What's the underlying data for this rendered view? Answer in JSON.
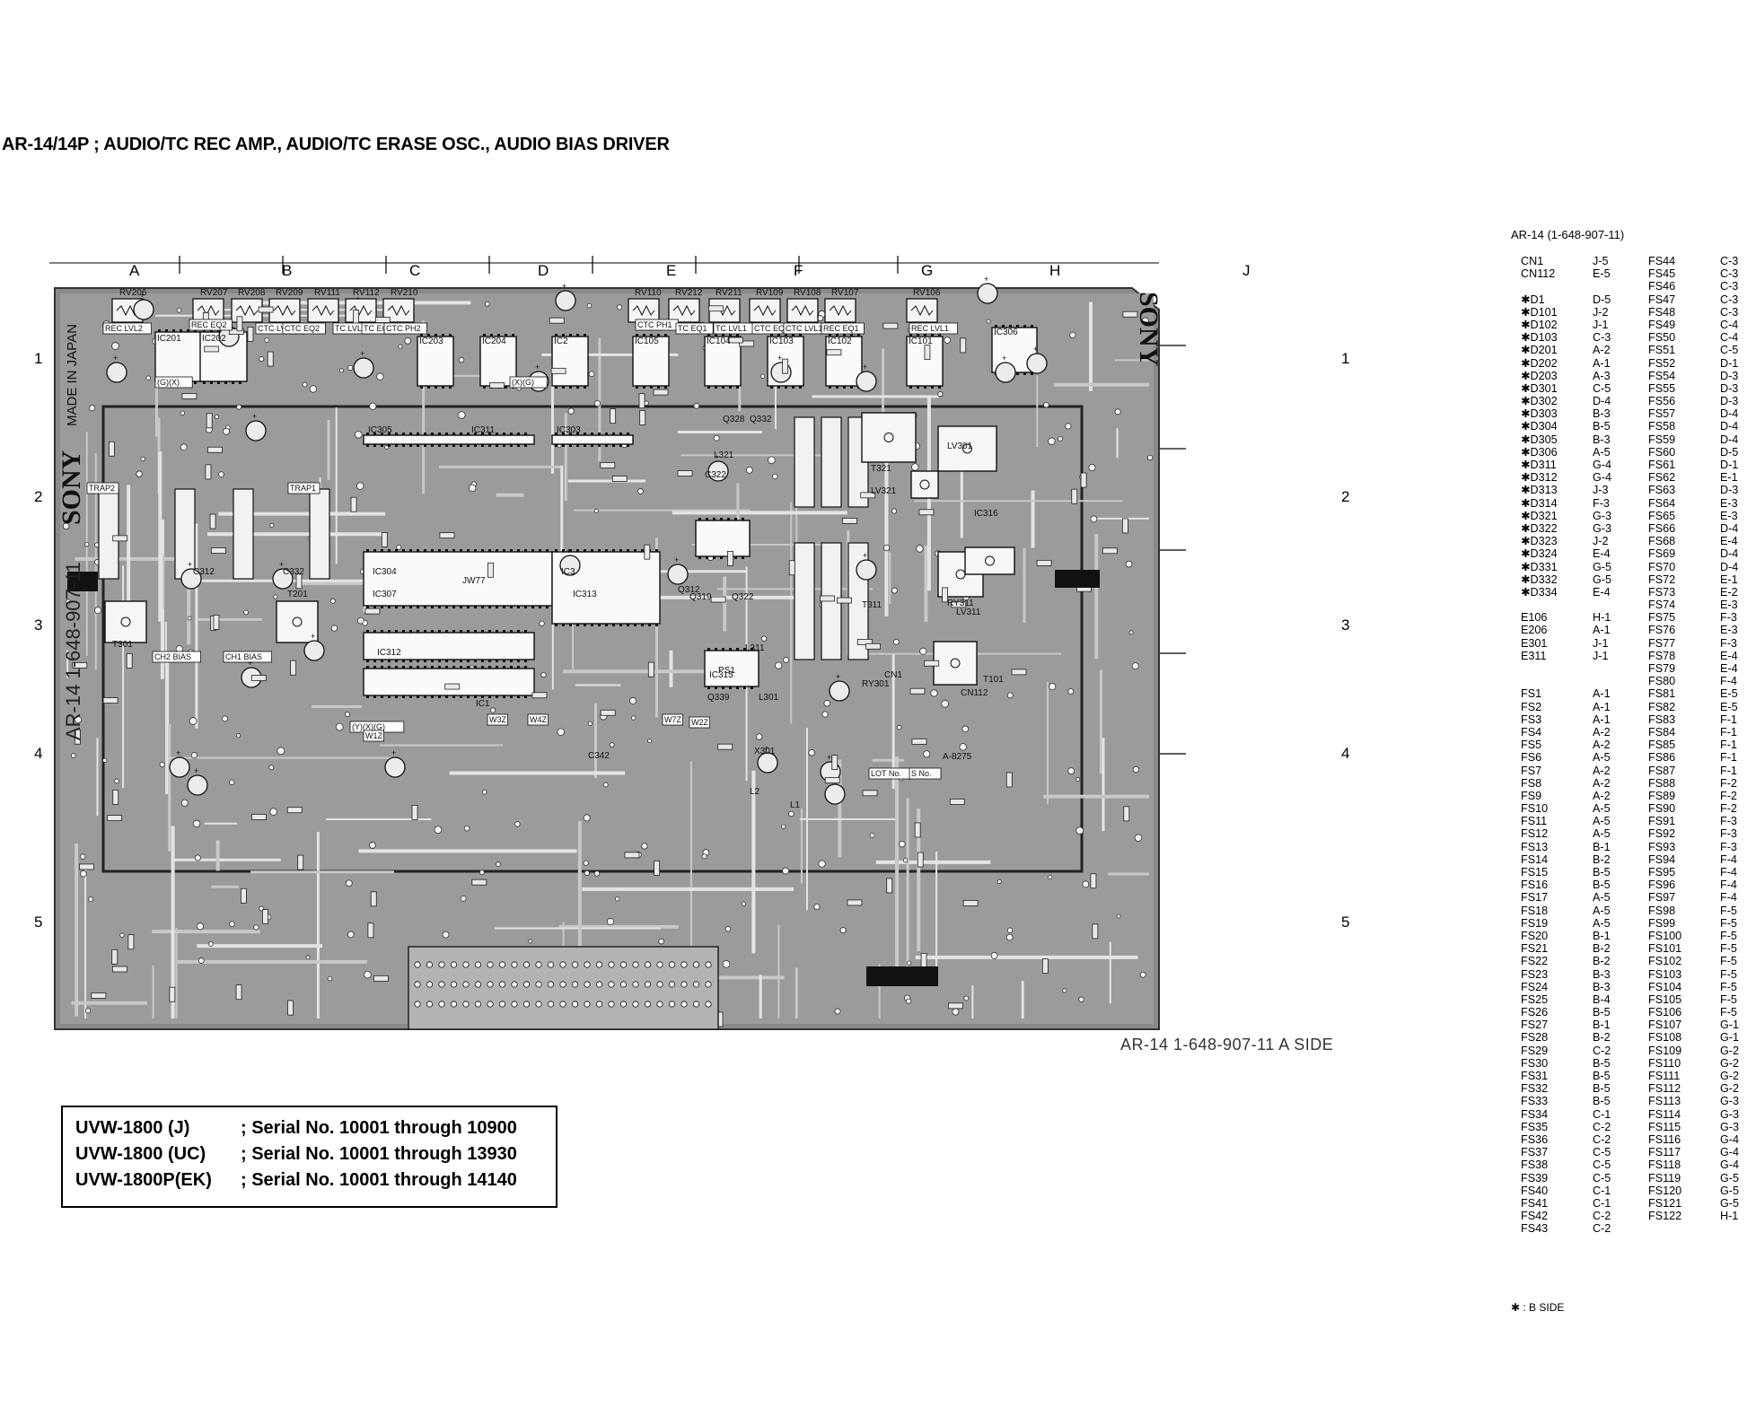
{
  "title": "AR-14/14P ; AUDIO/TC REC AMP., AUDIO/TC ERASE OSC., AUDIO BIAS DRIVER",
  "board": {
    "columns": [
      "A",
      "B",
      "C",
      "D",
      "E",
      "F",
      "G",
      "H",
      "J"
    ],
    "rows": [
      "1",
      "2",
      "3",
      "4",
      "5"
    ],
    "vertical_text": "AR-14  1-648-907-11",
    "brand": "SONY",
    "made_in": "MADE IN JAPAN",
    "side_label": "AR-14    1-648-907-11    A SIDE",
    "component_labels": [
      "RV206",
      "RV207",
      "RV208",
      "RV209",
      "RV111",
      "RV112",
      "RV210",
      "RV110",
      "RV212",
      "RV211",
      "RV109",
      "RV108",
      "RV107",
      "RV106",
      "IC201",
      "IC202",
      "IC203",
      "IC204",
      "IC2",
      "IC105",
      "IC104",
      "IC103",
      "IC102",
      "IC101",
      "IC306",
      "IC305",
      "IC311",
      "IC303",
      "IC304",
      "IC307",
      "IC312",
      "IC3",
      "IC1",
      "IC313",
      "IC315",
      "IC316",
      "T101",
      "T201",
      "T301",
      "T311",
      "T321",
      "RY301",
      "RY311",
      "LV301",
      "LV311",
      "LV321",
      "CN1",
      "CN112",
      "C342",
      "C322",
      "C312",
      "C332",
      "Q312",
      "Q319",
      "Q322",
      "Q328",
      "Q332",
      "Q339",
      "L301",
      "L311",
      "L321",
      "PS1",
      "L1",
      "L2",
      "X301",
      "JW77",
      "A-8275"
    ],
    "labels_on_board": [
      "REC LVL2",
      "REC EQ2",
      "CTC LVL2",
      "CTC EQ2",
      "TC LVL2",
      "TC EQ2",
      "CTC PH2",
      "CTC PH1",
      "TC EQ1",
      "TC LVL1",
      "CTC EQ1",
      "CTC LVL1",
      "REC EQ1",
      "REC LVL1",
      "CH2 BIAS",
      "CH1 BIAS",
      "TRAP2",
      "TRAP1",
      "LOT No.",
      "S No.",
      "(G)(X)",
      "(X)(G)",
      "(Y)(X)(G)",
      "W1Z",
      "W3Z",
      "W4Z",
      "W2Z",
      "W7Z"
    ]
  },
  "serials": [
    {
      "model": "UVW-1800 (J)",
      "range": "; Serial No. 10001 through 10900"
    },
    {
      "model": "UVW-1800 (UC)",
      "range": "; Serial No. 10001 through 13930"
    },
    {
      "model": "UVW-1800P(EK)",
      "range": "; Serial No. 10001 through 14140"
    }
  ],
  "legend": {
    "title": "AR-14 (1-648-907-11)",
    "col1": [
      [
        "CN1",
        "J-5"
      ],
      [
        "CN112",
        "E-5"
      ],
      [
        "",
        ""
      ],
      [
        "✱D1",
        "D-5"
      ],
      [
        "✱D101",
        "J-2"
      ],
      [
        "✱D102",
        "J-1"
      ],
      [
        "✱D103",
        "C-3"
      ],
      [
        "✱D201",
        "A-2"
      ],
      [
        "✱D202",
        "A-1"
      ],
      [
        "✱D203",
        "A-3"
      ],
      [
        "✱D301",
        "C-5"
      ],
      [
        "✱D302",
        "D-4"
      ],
      [
        "✱D303",
        "B-3"
      ],
      [
        "✱D304",
        "B-5"
      ],
      [
        "✱D305",
        "B-3"
      ],
      [
        "✱D306",
        "A-5"
      ],
      [
        "✱D311",
        "G-4"
      ],
      [
        "✱D312",
        "G-4"
      ],
      [
        "✱D313",
        "J-3"
      ],
      [
        "✱D314",
        "F-3"
      ],
      [
        "✱D321",
        "G-3"
      ],
      [
        "✱D322",
        "G-3"
      ],
      [
        "✱D323",
        "J-2"
      ],
      [
        "✱D324",
        "E-4"
      ],
      [
        "✱D331",
        "G-5"
      ],
      [
        "✱D332",
        "G-5"
      ],
      [
        "✱D334",
        "E-4"
      ],
      [
        "",
        ""
      ],
      [
        "E106",
        "H-1"
      ],
      [
        "E206",
        "A-1"
      ],
      [
        "E301",
        "J-1"
      ],
      [
        "E311",
        "J-1"
      ],
      [
        "",
        ""
      ],
      [
        "",
        ""
      ],
      [
        "FS1",
        "A-1"
      ],
      [
        "FS2",
        "A-1"
      ],
      [
        "FS3",
        "A-1"
      ],
      [
        "FS4",
        "A-2"
      ],
      [
        "FS5",
        "A-2"
      ],
      [
        "FS6",
        "A-5"
      ],
      [
        "FS7",
        "A-2"
      ],
      [
        "FS8",
        "A-2"
      ],
      [
        "FS9",
        "A-2"
      ],
      [
        "FS10",
        "A-5"
      ],
      [
        "FS11",
        "A-5"
      ],
      [
        "FS12",
        "A-5"
      ],
      [
        "FS13",
        "B-1"
      ],
      [
        "FS14",
        "B-2"
      ],
      [
        "FS15",
        "B-5"
      ],
      [
        "FS16",
        "B-5"
      ],
      [
        "FS17",
        "A-5"
      ],
      [
        "FS18",
        "A-5"
      ],
      [
        "FS19",
        "A-5"
      ],
      [
        "FS20",
        "B-1"
      ],
      [
        "FS21",
        "B-2"
      ],
      [
        "FS22",
        "B-2"
      ],
      [
        "FS23",
        "B-3"
      ],
      [
        "FS24",
        "B-3"
      ],
      [
        "FS25",
        "B-4"
      ],
      [
        "FS26",
        "B-5"
      ],
      [
        "FS27",
        "B-1"
      ],
      [
        "FS28",
        "B-2"
      ],
      [
        "FS29",
        "C-2"
      ],
      [
        "FS30",
        "B-5"
      ],
      [
        "FS31",
        "B-5"
      ],
      [
        "FS32",
        "B-5"
      ],
      [
        "FS33",
        "B-5"
      ],
      [
        "FS34",
        "C-1"
      ],
      [
        "FS35",
        "C-2"
      ],
      [
        "FS36",
        "C-2"
      ],
      [
        "FS37",
        "C-5"
      ],
      [
        "FS38",
        "C-5"
      ],
      [
        "FS39",
        "C-5"
      ],
      [
        "FS40",
        "C-1"
      ],
      [
        "FS41",
        "C-1"
      ],
      [
        "FS42",
        "C-2"
      ],
      [
        "FS43",
        "C-2"
      ]
    ],
    "col2": [
      [
        "FS44",
        "C-3"
      ],
      [
        "FS45",
        "C-3"
      ],
      [
        "FS46",
        "C-3"
      ],
      [
        "FS47",
        "C-3"
      ],
      [
        "FS48",
        "C-3"
      ],
      [
        "FS49",
        "C-4"
      ],
      [
        "FS50",
        "C-4"
      ],
      [
        "FS51",
        "C-5"
      ],
      [
        "FS52",
        "D-1"
      ],
      [
        "FS54",
        "D-3"
      ],
      [
        "FS55",
        "D-3"
      ],
      [
        "FS56",
        "D-3"
      ],
      [
        "FS57",
        "D-4"
      ],
      [
        "FS58",
        "D-4"
      ],
      [
        "FS59",
        "D-4"
      ],
      [
        "FS60",
        "D-5"
      ],
      [
        "FS61",
        "D-1"
      ],
      [
        "FS62",
        "E-1"
      ],
      [
        "FS63",
        "D-3"
      ],
      [
        "FS64",
        "E-3"
      ],
      [
        "FS65",
        "E-3"
      ],
      [
        "FS66",
        "D-4"
      ],
      [
        "FS68",
        "E-4"
      ],
      [
        "FS69",
        "D-4"
      ],
      [
        "FS70",
        "D-4"
      ],
      [
        "FS72",
        "E-1"
      ],
      [
        "FS73",
        "E-2"
      ],
      [
        "FS74",
        "E-3"
      ],
      [
        "FS75",
        "F-3"
      ],
      [
        "FS76",
        "E-3"
      ],
      [
        "FS77",
        "F-3"
      ],
      [
        "FS78",
        "E-4"
      ],
      [
        "FS79",
        "E-4"
      ],
      [
        "FS80",
        "F-4"
      ],
      [
        "FS81",
        "E-5"
      ],
      [
        "FS82",
        "E-5"
      ],
      [
        "FS83",
        "F-1"
      ],
      [
        "FS84",
        "F-1"
      ],
      [
        "FS85",
        "F-1"
      ],
      [
        "FS86",
        "F-1"
      ],
      [
        "FS87",
        "F-1"
      ],
      [
        "FS88",
        "F-2"
      ],
      [
        "FS89",
        "F-2"
      ],
      [
        "FS90",
        "F-2"
      ],
      [
        "FS91",
        "F-3"
      ],
      [
        "FS92",
        "F-3"
      ],
      [
        "FS93",
        "F-3"
      ],
      [
        "FS94",
        "F-4"
      ],
      [
        "FS95",
        "F-4"
      ],
      [
        "FS96",
        "F-4"
      ],
      [
        "FS97",
        "F-4"
      ],
      [
        "FS98",
        "F-5"
      ],
      [
        "FS99",
        "F-5"
      ],
      [
        "FS100",
        "F-5"
      ],
      [
        "FS101",
        "F-5"
      ],
      [
        "FS102",
        "F-5"
      ],
      [
        "FS103",
        "F-5"
      ],
      [
        "FS104",
        "F-5"
      ],
      [
        "FS105",
        "F-5"
      ],
      [
        "FS106",
        "F-5"
      ],
      [
        "FS107",
        "G-1"
      ],
      [
        "FS108",
        "G-1"
      ],
      [
        "FS109",
        "G-2"
      ],
      [
        "FS110",
        "G-2"
      ],
      [
        "FS111",
        "G-2"
      ],
      [
        "FS112",
        "G-2"
      ],
      [
        "FS113",
        "G-3"
      ],
      [
        "FS114",
        "G-3"
      ],
      [
        "FS115",
        "G-3"
      ],
      [
        "FS116",
        "G-4"
      ],
      [
        "FS117",
        "G-4"
      ],
      [
        "FS118",
        "G-4"
      ],
      [
        "FS119",
        "G-5"
      ],
      [
        "FS120",
        "G-5"
      ],
      [
        "FS121",
        "G-5"
      ],
      [
        "FS122",
        "H-1"
      ]
    ],
    "footnote": "✱ : B SIDE"
  }
}
